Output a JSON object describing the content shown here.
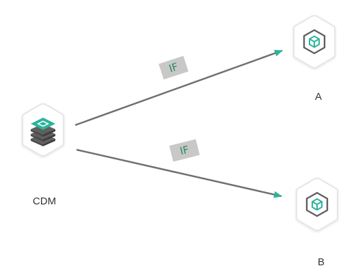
{
  "colors": {
    "accent": "#2bb39c",
    "edge": "#707070",
    "hex_stroke": "#e6e6e6",
    "icon_dark": "#5f5f5f",
    "label_bg": "#c8c8c8",
    "label_text": "#2a8a5b"
  },
  "nodes": {
    "source": {
      "label": "CDM",
      "icon": "stacked-layers-icon"
    },
    "target_a": {
      "label": "A",
      "icon": "cube-icon"
    },
    "target_b": {
      "label": "B",
      "icon": "cube-icon"
    }
  },
  "edges": [
    {
      "from": "CDM",
      "to": "A",
      "condition": "IF"
    },
    {
      "from": "CDM",
      "to": "B",
      "condition": "IF"
    }
  ]
}
